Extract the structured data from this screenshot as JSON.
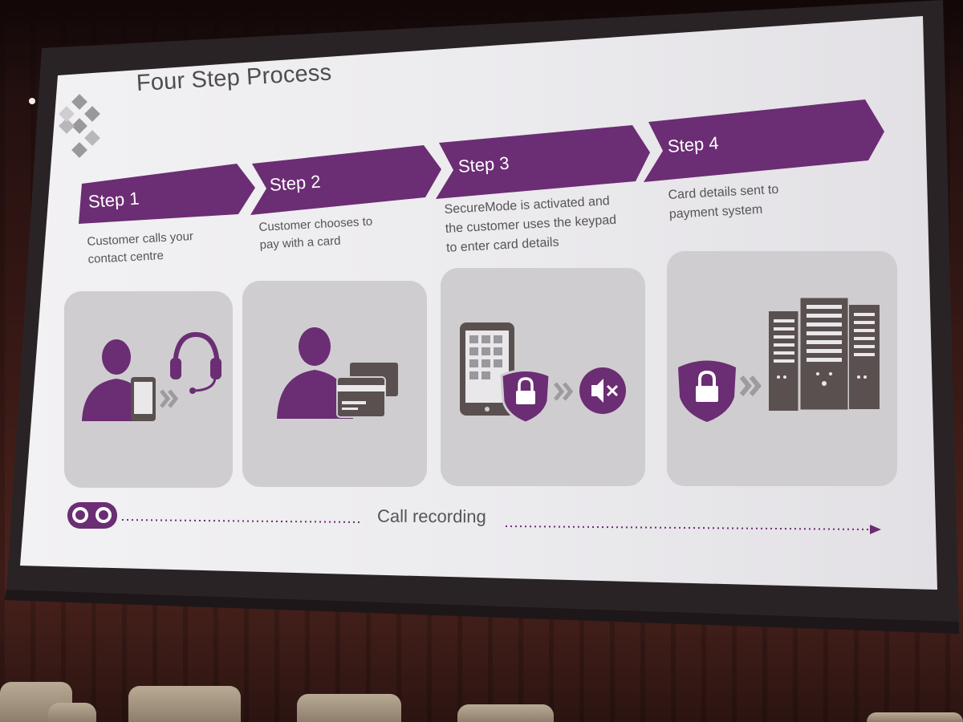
{
  "slide": {
    "title": "Four Step Process",
    "steps": [
      {
        "label": "Step 1",
        "description_lines": [
          "Customer calls your",
          "contact centre"
        ],
        "icons": [
          "person-icon",
          "mobile-phone-icon",
          "chevron-right-icon",
          "headset-icon"
        ]
      },
      {
        "label": "Step 2",
        "description_lines": [
          "Customer chooses to",
          "pay with a card"
        ],
        "icons": [
          "person-icon",
          "credit-card-icon"
        ]
      },
      {
        "label": "Step 3",
        "description_lines": [
          "SecureMode is activated and",
          "the customer uses the keypad",
          "to enter card details"
        ],
        "icons": [
          "tablet-keypad-icon",
          "lock-shield-icon",
          "chevron-right-icon",
          "mute-speaker-icon"
        ]
      },
      {
        "label": "Step 4",
        "description_lines": [
          "Card details sent to",
          "payment system"
        ],
        "icons": [
          "lock-shield-icon",
          "chevron-right-icon",
          "server-rack-icon"
        ]
      }
    ],
    "footer": {
      "label": "Call recording",
      "icon": "cassette-tape-icon"
    }
  },
  "colors": {
    "accent_purple": "#6b2d73",
    "icon_grey": "#5a5050",
    "slide_bg": "#eceaee",
    "panel_grey": "#cfcdd0"
  }
}
